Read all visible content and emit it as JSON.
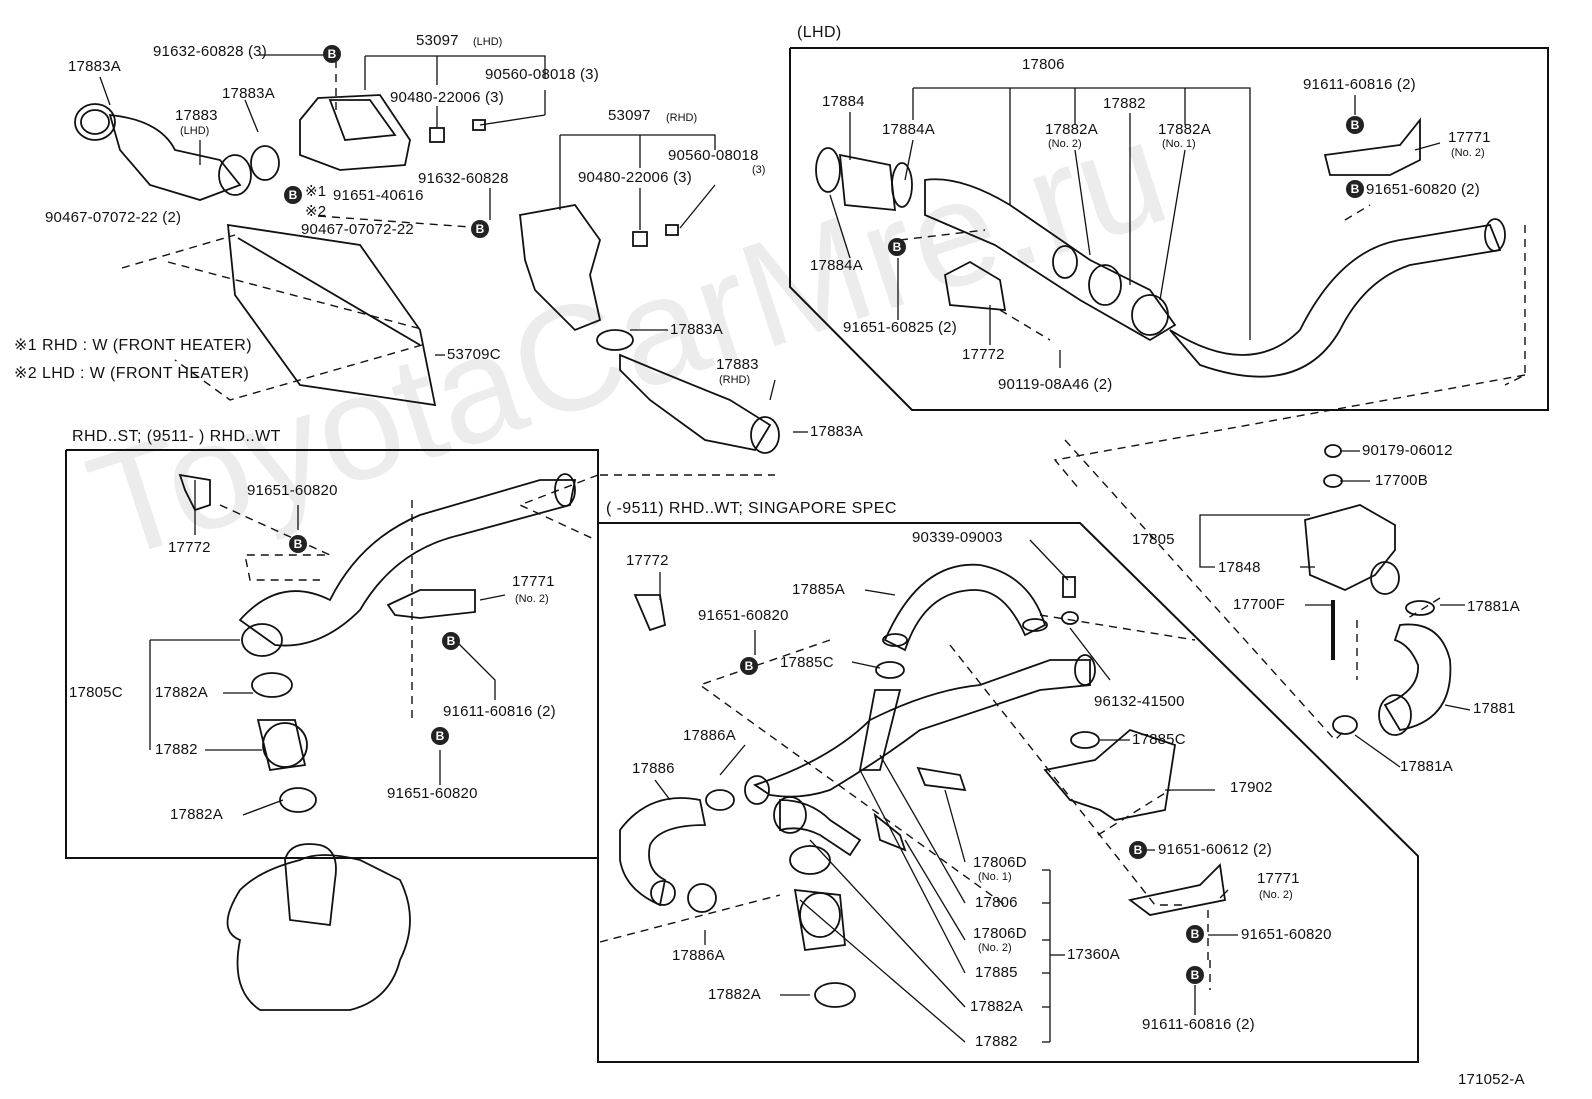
{
  "watermark": "ToyotaCarMre.ru",
  "diagram_id": "171052-A",
  "box_captions": {
    "lhd": "(LHD)",
    "rhd_st": "RHD..ST; (9511-        ) RHD..WT",
    "rhd_wt": "(        -9511) RHD..WT; SINGAPORE  SPEC"
  },
  "notes": {
    "note1": "※1  RHD : W (FRONT  HEATER)",
    "note2": "※2  LHD : W (FRONT  HEATER)"
  },
  "b_mark": "B",
  "labels": {
    "t17883A_a": "17883A",
    "t91632_60828_3": "91632-60828 (3)",
    "t53097_lhd": "53097",
    "t53097_lhd_sub": "(LHD)",
    "t90560_08018_3": "90560-08018 (3)",
    "t90480_22006_3": "90480-22006 (3)",
    "t17883A_b": "17883A",
    "t17883_lhd": "17883",
    "t17883_lhd_sub": "(LHD)",
    "t53097_rhd": "53097",
    "t53097_rhd_sub": "(RHD)",
    "t90480_22006_3b": "90480-22006 (3)",
    "t90560_08018b": "90560-08018",
    "t90560_08018b_sub": "(3)",
    "t91651_40616": "91651-40616",
    "t91632_60828": "91632-60828",
    "t90467_2": "90467-07072-22 (2)",
    "t90467": "90467-07072-22",
    "t17883A_c": "17883A",
    "t53709C": "53709C",
    "t17883_rhd": "17883",
    "t17883_rhd_sub": "(RHD)",
    "t17883A_d": "17883A",
    "t17806": "17806",
    "t17884": "17884",
    "t17884A": "17884A",
    "t17882": "17882",
    "t17882A_no2": "17882A",
    "t17882A_no2_sub": "(No. 2)",
    "t17882A_no1": "17882A",
    "t17882A_no1_sub": "(No. 1)",
    "t91611_60816_2": "91611-60816 (2)",
    "t17771_no2_a": "17771",
    "t17771_no2_a_sub": "(No. 2)",
    "t91651_60820_2": "91651-60820 (2)",
    "t17884A_b": "17884A",
    "t91651_60825_2": "91651-60825 (2)",
    "t17772_a": "17772",
    "t90119_08A46_2": "90119-08A46 (2)",
    "t90179_06012": "90179-06012",
    "t17700B": "17700B",
    "t17805": "17805",
    "t17848": "17848",
    "t17700F": "17700F",
    "t17881A_a": "17881A",
    "t17881": "17881",
    "t17881A_b": "17881A",
    "t91651_60820_a": "91651-60820",
    "t17772_b": "17772",
    "t17771_b": "17771",
    "t17771_b_sub": "(No. 2)",
    "t91611_60816_2b": "91611-60816 (2)",
    "t17805C": "17805C",
    "t17882A_a": "17882A",
    "t17882_a": "17882",
    "t17882A_b": "17882A",
    "t91651_60820_b": "91651-60820",
    "t90339_09003": "90339-09003",
    "t17772_c": "17772",
    "t17885A": "17885A",
    "t91651_60820_c": "91651-60820",
    "t17885C_a": "17885C",
    "t96132_41500": "96132-41500",
    "t17886A_a": "17886A",
    "t17886": "17886",
    "t17885C_b": "17885C",
    "t17902": "17902",
    "t91651_60612_2": "91651-60612 (2)",
    "t17806D_no1": "17806D",
    "t17806D_no1_sub": "(No. 1)",
    "t17806_b": "17806",
    "t17806D_no2": "17806D",
    "t17806D_no2_sub": "(No. 2)",
    "t17360A": "17360A",
    "t17885": "17885",
    "t17882A_c": "17882A",
    "t17882_c": "17882",
    "t17882A_d": "17882A",
    "t17886A_b": "17886A",
    "t17771_c": "17771",
    "t17771_c_sub": "(No. 2)",
    "t91651_60820_d": "91651-60820",
    "t91611_60816_2c": "91611-60816 (2)",
    "t_star1": "※1",
    "t_star2": "※2"
  }
}
